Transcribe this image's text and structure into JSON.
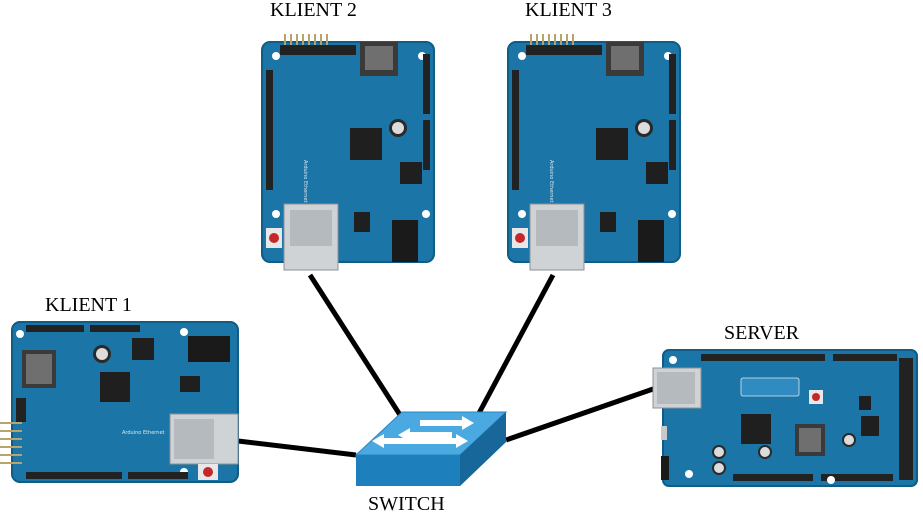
{
  "labels": {
    "klient2": "KLIENT 2",
    "klient3": "KLIENT 3",
    "klient1": "KLIENT 1",
    "server": "SERVER",
    "switch": "SWITCH"
  },
  "colors": {
    "board": "#1b75a6",
    "board_edge": "#0f5c86",
    "header": "#222222",
    "chip": "#1f1f1f",
    "rj45": "#cfd3d6",
    "switch_top": "#3f9fd6",
    "switch_front": "#1e7fbd",
    "cable": "#000000"
  },
  "icons": {
    "board": "arduino-ethernet-board-icon",
    "switch": "network-switch-icon"
  }
}
